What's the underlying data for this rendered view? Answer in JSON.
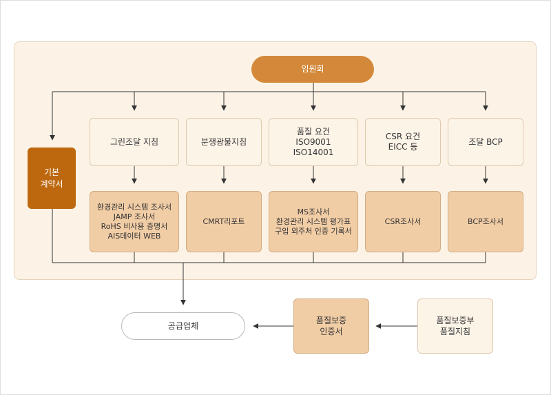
{
  "top": "임원회",
  "contract": "기본\n계약서",
  "guidelines": [
    "그린조달 지침",
    "분쟁광물지침",
    "품질 요건\nISO9001\nISO14001",
    "CSR 요건\nEICC 등",
    "조달 BCP"
  ],
  "surveys": [
    "환경관리 시스템 조사서\nJAMP 조사서\nRoHS 비사용 증명서\nAIS데이터 WEB",
    "CMRT리포트",
    "MS조사서\n환경관리 시스템 평가표\n구입 외주처 인증 기록서",
    "CSR조사서",
    "BCP조사서"
  ],
  "supplier": "공급업체",
  "quality_cert": "품질보증\n인증서",
  "quality_guideline": "품질보증부\n품질지침",
  "colors": {
    "top": "#d4893a",
    "contract": "#bd680f",
    "survey": "#f1cda6",
    "panel": "#fcf3e6",
    "line": "#333333"
  }
}
